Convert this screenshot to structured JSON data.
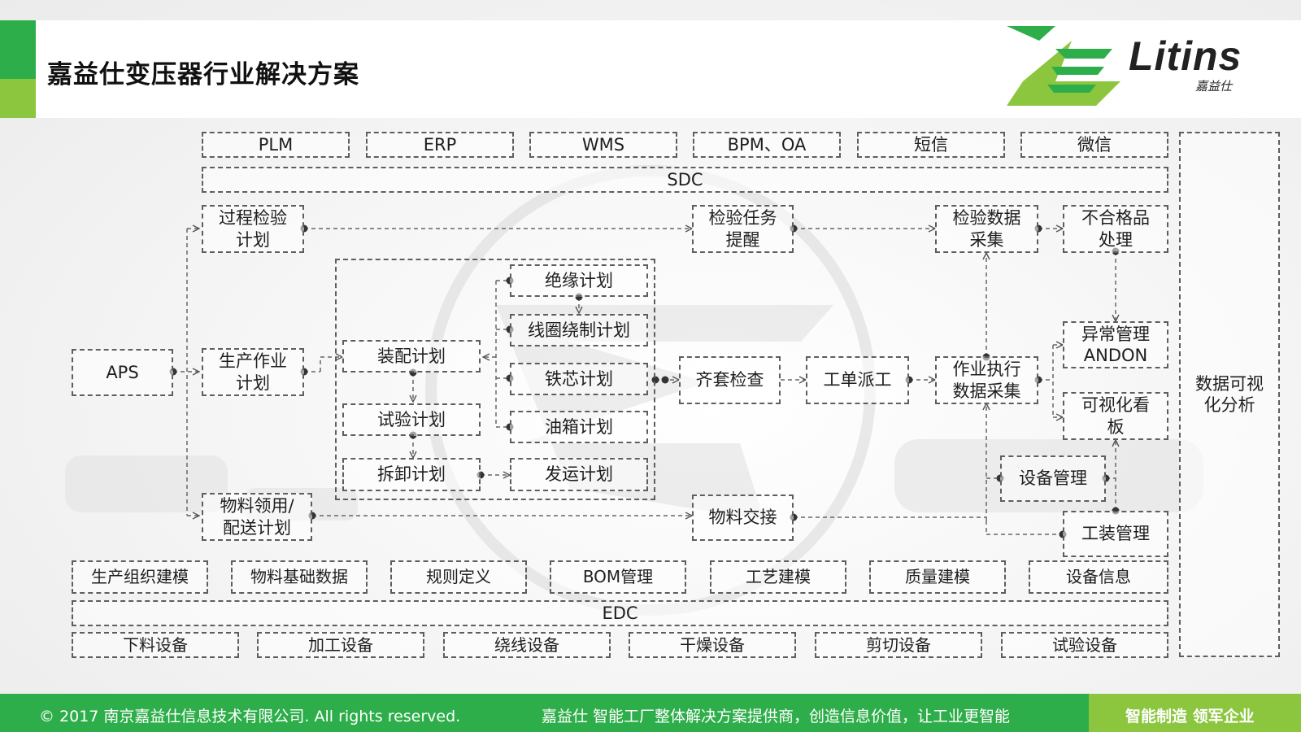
{
  "title": "嘉益仕变压器行业解决方案",
  "logo": {
    "brand": "Litins",
    "sub": "嘉益仕",
    "colors": {
      "green": "#2eae4a",
      "lime": "#8cc63f"
    }
  },
  "diagram": {
    "systems": [
      "PLM",
      "ERP",
      "WMS",
      "BPM、OA",
      "短信",
      "微信"
    ],
    "sdc": "SDC",
    "edc": "EDC",
    "aps": "APS",
    "plans": {
      "process_inspection": "过程检验计划",
      "production": "生产作业计划",
      "material": "物料领用/配送计划",
      "assembly": "装配计划",
      "test": "试验计划",
      "disassembly": "拆卸计划",
      "insulation": "绝缘计划",
      "coil": "线圈绕制计划",
      "core": "铁芯计划",
      "tank": "油箱计划",
      "shipping": "发运计划"
    },
    "flow": {
      "inspection_task": "检验任务提醒",
      "inspection_data": "检验数据采集",
      "nonconforming": "不合格品处理",
      "kitting": "齐套检查",
      "dispatch": "工单派工",
      "execution": "作业执行数据采集",
      "andon": "异常管理ANDON",
      "kanban": "可视化看板",
      "equipment_mgmt": "设备管理",
      "tooling": "工装管理",
      "material_handover": "物料交接",
      "analysis": "数据可视化分析"
    },
    "modeling": [
      "生产组织建模",
      "物料基础数据",
      "规则定义",
      "BOM管理",
      "工艺建模",
      "质量建模",
      "设备信息"
    ],
    "devices": [
      "下料设备",
      "加工设备",
      "绕线设备",
      "干燥设备",
      "剪切设备",
      "试验设备"
    ]
  },
  "footer": {
    "copyright": "© 2017 南京嘉益仕信息技术有限公司.  All rights reserved.",
    "tagline": "嘉益仕 智能工厂整体解决方案提供商，创造信息价值，让工业更智能",
    "slogan": "智能制造 领军企业"
  }
}
